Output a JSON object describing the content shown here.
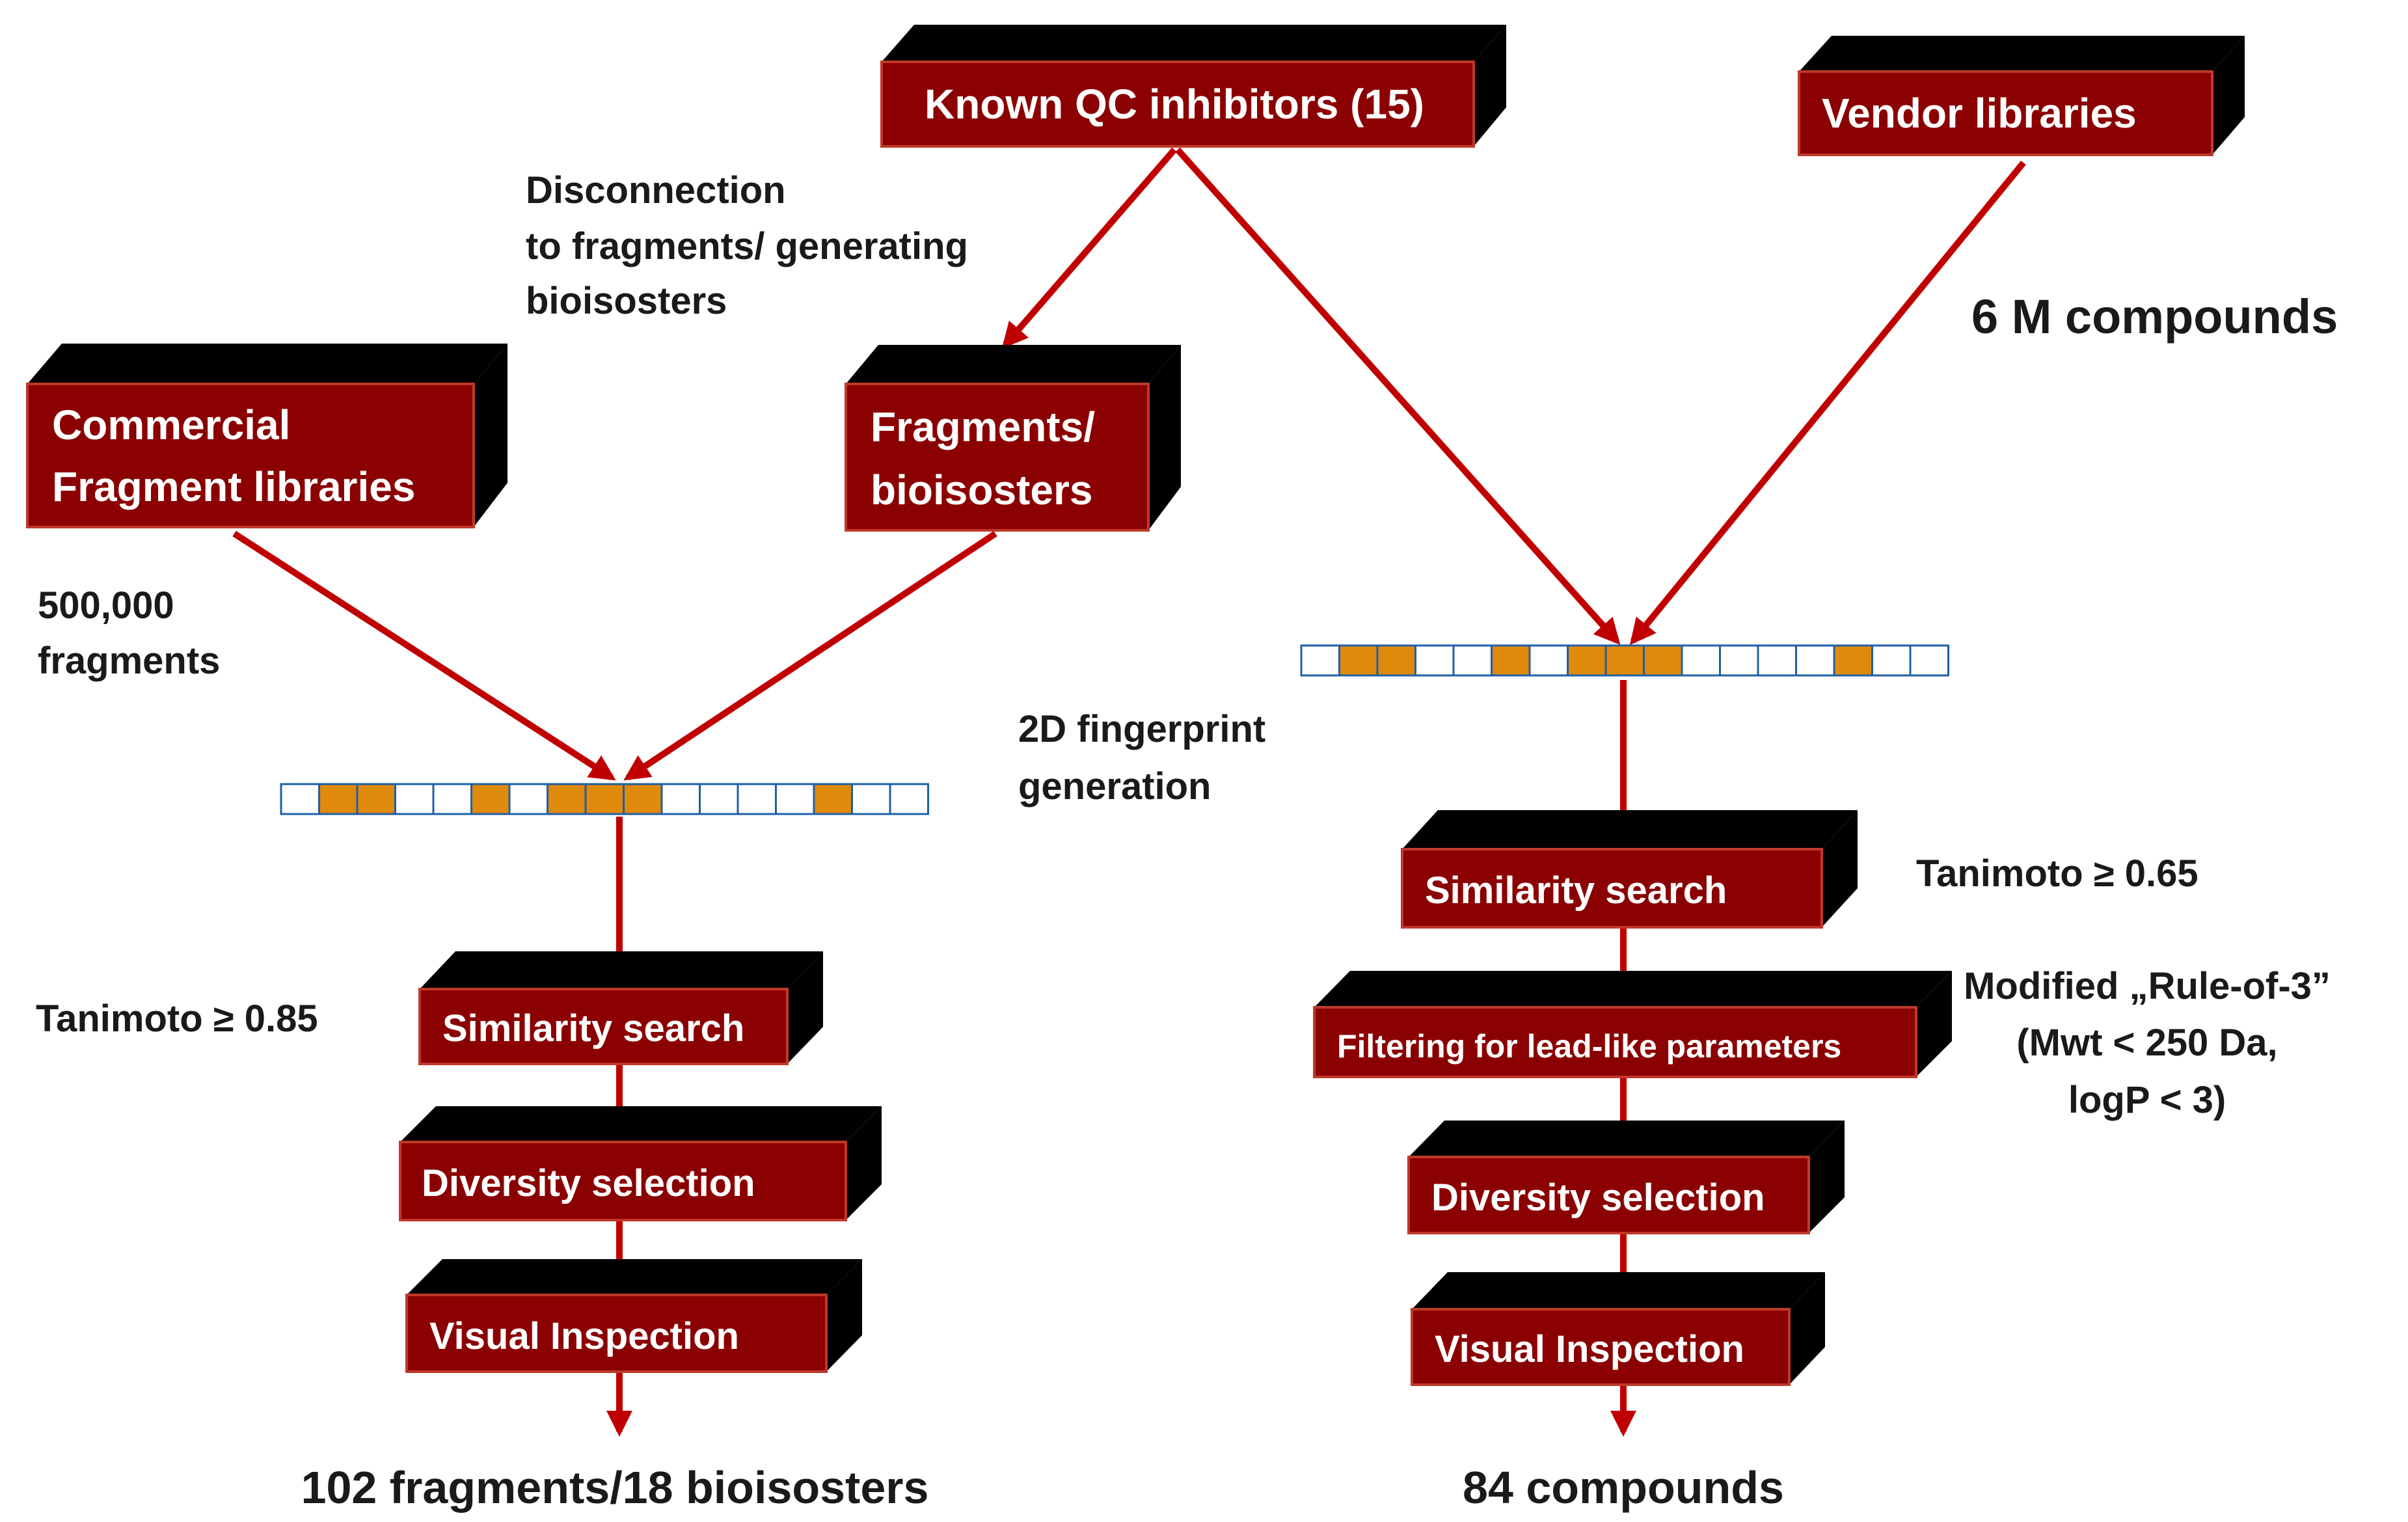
{
  "colors": {
    "box_fill": "#8B0000",
    "box_border": "#c0392b",
    "box_shadow": "#000000",
    "arrow": "#c00000",
    "fingerprint_on": "#e08a0b",
    "fingerprint_off": "#ffffff",
    "fingerprint_border": "#1f5fa8",
    "text": "#1a1a1a"
  },
  "boxes": {
    "known_qc": "Known QC inhibitors (15)",
    "vendor": "Vendor libraries",
    "commercial_line1": "Commercial",
    "commercial_line2": "Fragment libraries",
    "fragments_line1": "Fragments/",
    "fragments_line2": "bioisosters",
    "left_similarity": "Similarity search",
    "left_diversity": "Diversity selection",
    "left_visual": "Visual Inspection",
    "right_similarity": "Similarity search",
    "right_filtering": "Filtering for lead-like parameters",
    "right_diversity": "Diversity selection",
    "right_visual": "Visual Inspection"
  },
  "labels": {
    "disconnection_line1": "Disconnection",
    "disconnection_line2": "to fragments/ generating",
    "disconnection_line3": "bioisosters",
    "six_m": "6 M compounds",
    "fragments_count_line1": "500,000",
    "fragments_count_line2": "fragments",
    "fingerprint_line1": "2D fingerprint",
    "fingerprint_line2": "generation",
    "tanimoto_left": "Tanimoto  ≥ 0.85",
    "tanimoto_right": "Tanimoto  ≥ 0.65",
    "rule_line1": "Modified „Rule-of-3”",
    "rule_line2": "(Mwt < 250 Da,",
    "rule_line3": "logP < 3)",
    "result_left": "102 fragments/18 bioisosters",
    "result_right": "84 compounds"
  },
  "fingerprints": {
    "left_bits": [
      0,
      1,
      1,
      0,
      0,
      1,
      0,
      1,
      1,
      1,
      0,
      0,
      0,
      0,
      1,
      0,
      0
    ],
    "right_bits": [
      0,
      1,
      1,
      0,
      0,
      1,
      0,
      1,
      1,
      1,
      0,
      0,
      0,
      0,
      1,
      0,
      0
    ]
  }
}
